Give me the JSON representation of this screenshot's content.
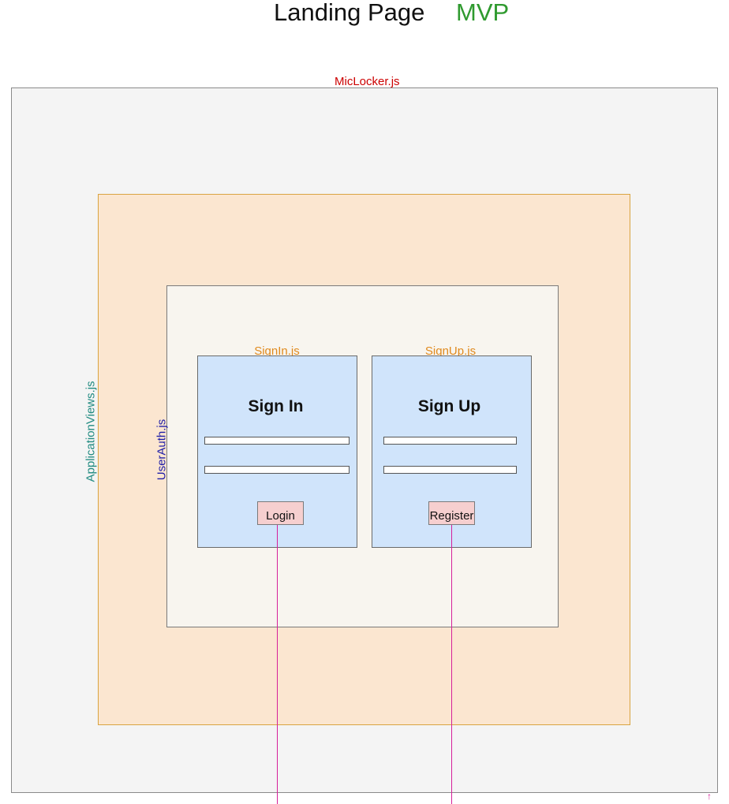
{
  "header": {
    "title": "Landing Page",
    "tag": "MVP"
  },
  "components": {
    "miclocker": "MicLocker.js",
    "application_views": "ApplicationViews.js",
    "user_auth": "UserAuth.js",
    "sign_in": "SignIn.js",
    "sign_up": "SignUp.js"
  },
  "sign_in_form": {
    "heading": "Sign In",
    "button_label": "Login"
  },
  "sign_up_form": {
    "heading": "Sign Up",
    "button_label": "Register"
  },
  "colors": {
    "miclocker_label": "#cc0000",
    "application_views_label": "#1f8a80",
    "user_auth_label": "#1e1ea8",
    "component_label": "#e08a1e",
    "mvp": "#2f9a2f",
    "form_background": "#d0e4fb",
    "button_background": "#f6cfcf",
    "connector": "#d6209a"
  }
}
